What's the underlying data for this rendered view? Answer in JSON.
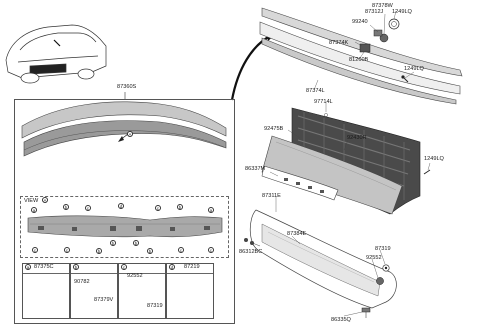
{
  "main_assembly": {
    "part": "87360S"
  },
  "view": {
    "title": "VIEW",
    "ref": "A",
    "marker": "A"
  },
  "view_markers": {
    "top": [
      "a",
      "b",
      "c",
      "d",
      "c",
      "b",
      "a"
    ],
    "bottom": [
      "c",
      "c",
      "b",
      "b",
      "c",
      "c"
    ],
    "mid": [
      "b",
      "b"
    ]
  },
  "legend": [
    {
      "key": "a",
      "part": "87375C"
    },
    {
      "key": "b",
      "part": "87379V",
      "sub": "90782"
    },
    {
      "key": "c",
      "part": "87319",
      "sub": "92552"
    },
    {
      "key": "d",
      "part": "87219"
    }
  ],
  "parts": {
    "p87378W": "87378W",
    "p87312J": "87312J",
    "p1249LQ_a": "1249LQ",
    "p99240": "99240",
    "p87374K": "87374K",
    "p81260B": "81260B",
    "p1249LQ_b": "1249LQ",
    "p87374L": "87374L",
    "p97714L": "97714L",
    "p92475B": "92475B",
    "p92430R": "92430R",
    "p86337M": "86337M",
    "p1249LQ_c": "1249LQ",
    "p87311E": "87311E",
    "p87384E": "87384E",
    "p86312BC": "86312BC",
    "p87319": "87319",
    "p92552": "92552",
    "p86335Q": "86335Q"
  }
}
